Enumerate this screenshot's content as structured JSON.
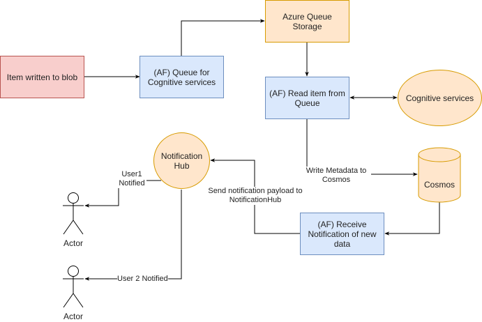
{
  "nodes": {
    "blob": {
      "label": "Item written to blob",
      "fill": "#f8cecc",
      "stroke": "#b85450"
    },
    "queue_cog": {
      "label": "(AF) Queue for Cognitive services",
      "fill": "#dae8fc",
      "stroke": "#6c8ebf"
    },
    "azure_queue": {
      "label": "Azure Queue Storage",
      "fill": "#ffe6cc",
      "stroke": "#d79b00"
    },
    "read_item": {
      "label": "(AF) Read item from Queue",
      "fill": "#dae8fc",
      "stroke": "#6c8ebf"
    },
    "cognitive": {
      "label": "Cognitive services",
      "fill": "#ffe6cc",
      "stroke": "#d79b00"
    },
    "cosmos": {
      "label": "Cosmos",
      "fill": "#ffe6cc",
      "stroke": "#d79b00"
    },
    "receive": {
      "label": "(AF) Receive Notification of new data",
      "fill": "#dae8fc",
      "stroke": "#6c8ebf"
    },
    "hub": {
      "label": "Notification Hub",
      "fill": "#ffe6cc",
      "stroke": "#d79b00"
    },
    "actor1": {
      "label": "Actor"
    },
    "actor2": {
      "label": "Actor"
    }
  },
  "edges": {
    "write_metadata": "Write Metadata to Cosmos",
    "send_notification": "Send notification payload to NotificationHub",
    "user1": "User1 Notified",
    "user2": "User 2 Notified"
  }
}
